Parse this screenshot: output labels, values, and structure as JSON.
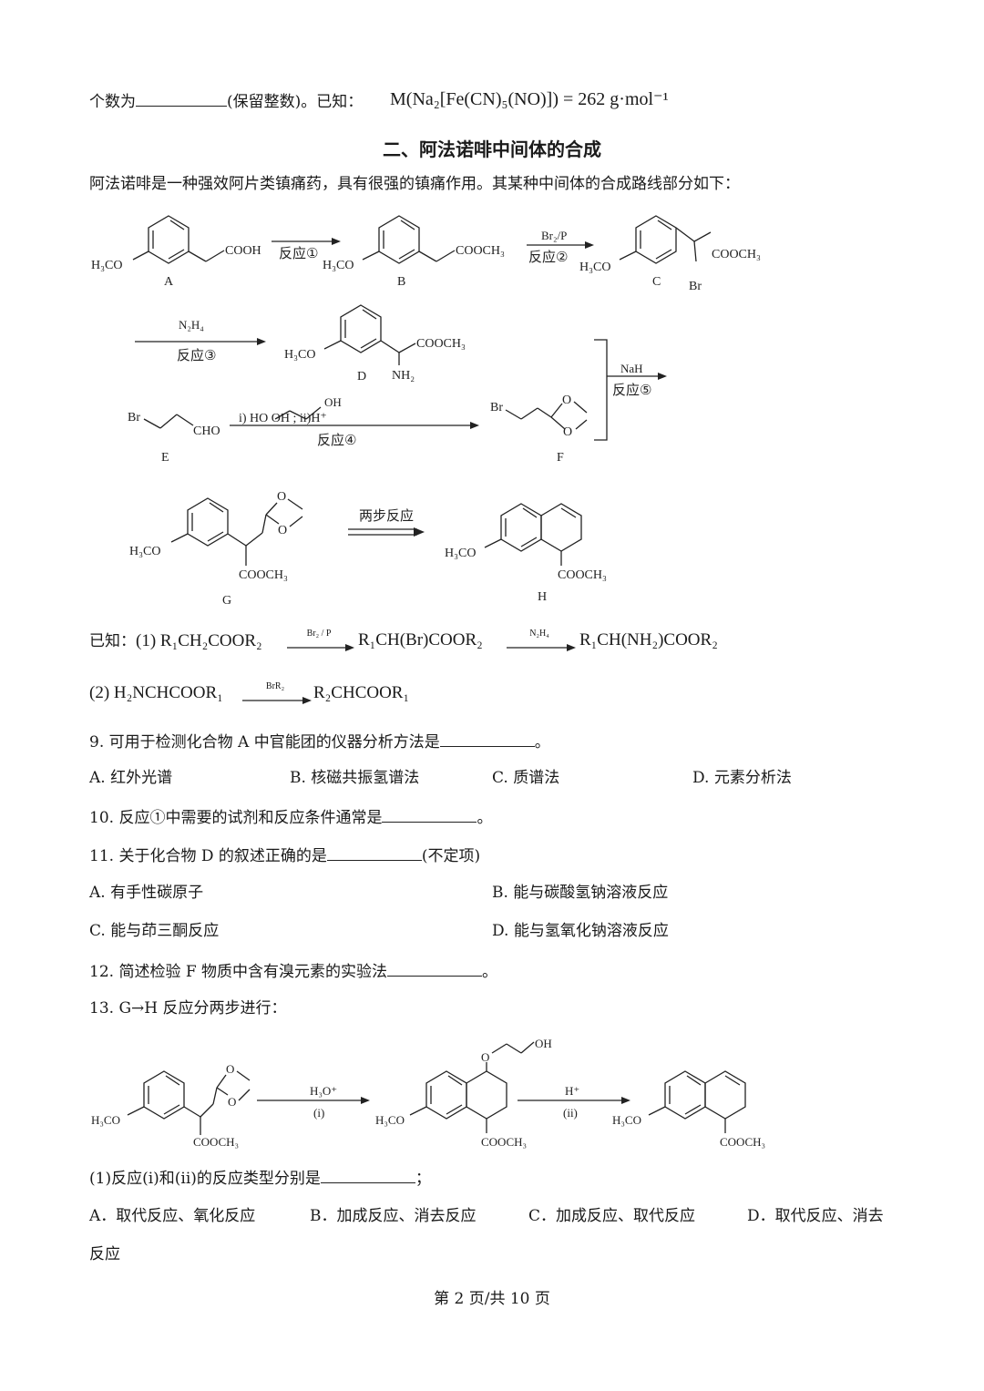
{
  "line1": {
    "prefix": "个数为",
    "suffix": "(保留整数)。已知：",
    "formula": "M(Na₂[Fe(CN)₅(NO)]) = 262 g·mol⁻¹"
  },
  "section_title": "二、阿法诺啡中间体的合成",
  "intro": "阿法诺啡是一种强效阿片类镇痛药，具有很强的镇痛作用。其某种中间体的合成路线部分如下：",
  "scheme": {
    "compounds": {
      "A": "A",
      "B": "B",
      "C": "C",
      "D": "D",
      "E": "E",
      "F": "F",
      "G": "G",
      "H": "H"
    },
    "groups": {
      "h3co": "H₃CO",
      "cooh": "COOH",
      "cooch3": "COOCH₃",
      "br": "Br",
      "nh2": "NH₂",
      "cho": "CHO",
      "o": "O",
      "oh": "OH"
    },
    "arrows": {
      "r1": "反应①",
      "r2_top": "Br₂/P",
      "r2": "反应②",
      "r3_top": "N₂H₄",
      "r3": "反应③",
      "r4_top": "i) HO        OH   ;  ii)H⁺",
      "r4": "反应④",
      "r5_top": "NaH",
      "r5": "反应⑤",
      "two_step": "两步反应"
    }
  },
  "known": {
    "label": "已知：",
    "eq1_start": "(1) R₁CH₂COOR₂",
    "eq1_reagent1": "Br₂ / P",
    "eq1_mid": "R₁CH(Br)COOR₂",
    "eq1_reagent2": "N₂H₄",
    "eq1_end": "R₁CH(NH₂)COOR₂",
    "eq2_start": "(2) H₂NCHCOOR₁",
    "eq2_reagent": "BrR₂",
    "eq2_end": "R₂CHCOOR₁"
  },
  "q9": {
    "stem": "9. 可用于检测化合物 A 中官能团的仪器分析方法是",
    "end": "。",
    "options": [
      "A. 红外光谱",
      "B. 核磁共振氢谱法",
      "C. 质谱法",
      "D. 元素分析法"
    ]
  },
  "q10": {
    "stem": "10. 反应①中需要的试剂和反应条件通常是",
    "end": "。"
  },
  "q11": {
    "stem": "11. 关于化合物 D 的叙述正确的是",
    "end": "(不定项)",
    "options": [
      "A. 有手性碳原子",
      "B. 能与碳酸氢钠溶液反应",
      "C. 能与茚三酮反应",
      "D. 能与氢氧化钠溶液反应"
    ]
  },
  "q12": {
    "stem": "12. 简述检验 F 物质中含有溴元素的实验法",
    "end": "。"
  },
  "q13": {
    "stem": "13. G→H 反应分两步进行：",
    "arrow1_top": "H₃O⁺",
    "arrow1_bottom": "(i)",
    "arrow2_top": "H⁺",
    "arrow2_bottom": "(ii)",
    "sub1_stem": "(1)反应(i)和(ii)的反应类型分别是",
    "sub1_end": "；",
    "options": [
      "A．取代反应、氧化反应",
      "B．加成反应、消去反应",
      "C．加成反应、取代反应",
      "D．取代反应、消去"
    ],
    "option_wrap": "反应"
  },
  "footer": "第 2 页/共 10 页"
}
